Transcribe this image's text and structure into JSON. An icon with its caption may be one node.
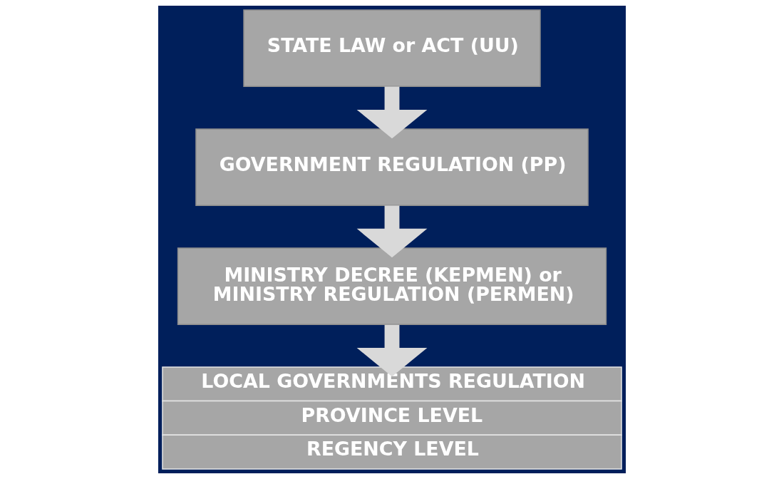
{
  "diagram": {
    "nodes": [
      {
        "text": [
          "STATE LAW or ACT (UU)"
        ]
      },
      {
        "text": [
          "GOVERNMENT REGULATION (PP)"
        ]
      },
      {
        "text": [
          "MINISTRY DECREE (KEPMEN) or MINISTRY REGULATION (PERMEN)"
        ]
      },
      {
        "text": [
          "LOCAL GOVERNMENTS REGULATION",
          "PROVINCE LEVEL",
          "REGENCY LEVEL"
        ]
      }
    ],
    "edges": [
      {
        "from": 0,
        "to": 1,
        "arrow": "to"
      },
      {
        "from": 1,
        "to": 2,
        "arrow": "to"
      },
      {
        "from": 2,
        "to": 3,
        "arrow": "to"
      }
    ]
  }
}
